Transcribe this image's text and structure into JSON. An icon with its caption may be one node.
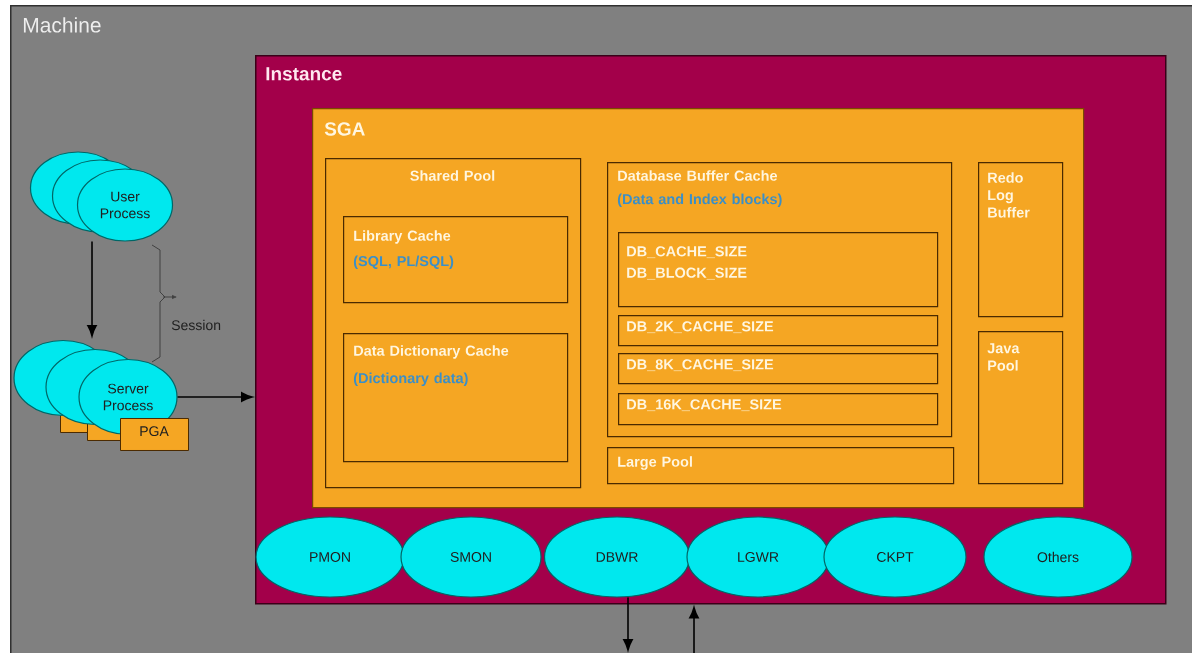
{
  "diagram": {
    "nodes": [
      {
        "text": [
          "Machine"
        ]
      },
      {
        "text": [
          "Instance"
        ],
        "in": 0
      },
      {
        "text": [
          "SGA"
        ],
        "in": 1
      },
      {
        "text": [
          "Shared Pool"
        ],
        "in": 2
      },
      {
        "text": [
          "Library Cache",
          "(SQL, PL/SQL)"
        ],
        "in": 3
      },
      {
        "text": [
          "Data Dictionary Cache",
          "(Dictionary data)"
        ],
        "in": 3
      },
      {
        "text": [
          "Database Buffer Cache",
          "(Data and Index blocks)"
        ],
        "in": 2
      },
      {
        "text": [
          "DB_CACHE_SIZE",
          "DB_BLOCK_SIZE"
        ],
        "in": 6
      },
      {
        "text": [
          "DB_2K_CACHE_SIZE"
        ],
        "in": 6
      },
      {
        "text": [
          "DB_8K_CACHE_SIZE"
        ],
        "in": 6
      },
      {
        "text": [
          "DB_16K_CACHE_SIZE"
        ],
        "in": 6
      },
      {
        "text": [
          "Large Pool"
        ],
        "in": 2
      },
      {
        "text": [
          "Redo Log Buffer"
        ],
        "in": 2
      },
      {
        "text": [
          "Java Pool"
        ],
        "in": 2
      },
      {
        "text": [
          "PMON"
        ],
        "in": 1
      },
      {
        "text": [
          "SMON"
        ],
        "in": 1
      },
      {
        "text": [
          "DBWR"
        ],
        "in": 1
      },
      {
        "text": [
          "LGWR"
        ],
        "in": 1
      },
      {
        "text": [
          "CKPT"
        ],
        "in": 1
      },
      {
        "text": [
          "Others"
        ],
        "in": 1
      },
      {
        "text": [
          "User Process"
        ],
        "in": 0
      },
      {
        "text": [
          "Server Process"
        ],
        "in": 0
      },
      {
        "text": [
          "PGA"
        ],
        "in": 0
      }
    ],
    "edges": [
      {
        "from": 20,
        "to": 21,
        "arrow": "to"
      },
      {
        "from": 21,
        "to": 1,
        "arrow": "to"
      },
      {
        "from": 16,
        "to": null,
        "arrow": "to"
      },
      {
        "from": null,
        "to": 1,
        "arrow": "to"
      }
    ],
    "labels": [
      "Session"
    ]
  }
}
